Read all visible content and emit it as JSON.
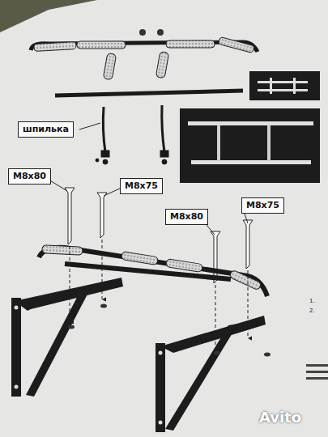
{
  "diagram": {
    "nodes": [
      {
        "text": [
          "шпилька"
        ]
      },
      {
        "text": [
          "M8x80"
        ]
      },
      {
        "text": [
          "M8x75"
        ]
      },
      {
        "text": [
          "M8x80"
        ]
      },
      {
        "text": [
          "M8x75"
        ]
      }
    ],
    "labels": [
      "1.",
      "2.",
      "Avito"
    ]
  }
}
